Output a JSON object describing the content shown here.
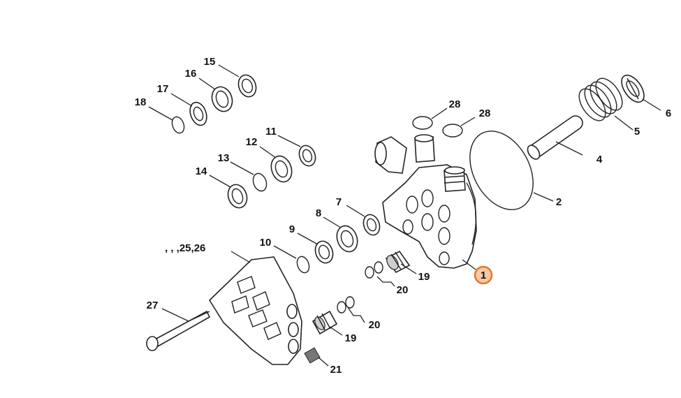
{
  "highlight_color": "#e0782b",
  "labels": {
    "p1": "1",
    "p2": "2",
    "p4": "4",
    "p5": "5",
    "p6": "6",
    "p7": "7",
    "p8": "8",
    "p9": "9",
    "p10": "10",
    "p11": "11",
    "p12": "12",
    "p13": "13",
    "p14": "14",
    "p15": "15",
    "p16": "16",
    "p17": "17",
    "p18": "18",
    "p19a": "19",
    "p19b": "19",
    "p20a": "20",
    "p20b": "20",
    "p21": "21",
    "p22_26": ", , ,25,26",
    "p27": "27",
    "p28a": "28",
    "p28b": "28"
  }
}
